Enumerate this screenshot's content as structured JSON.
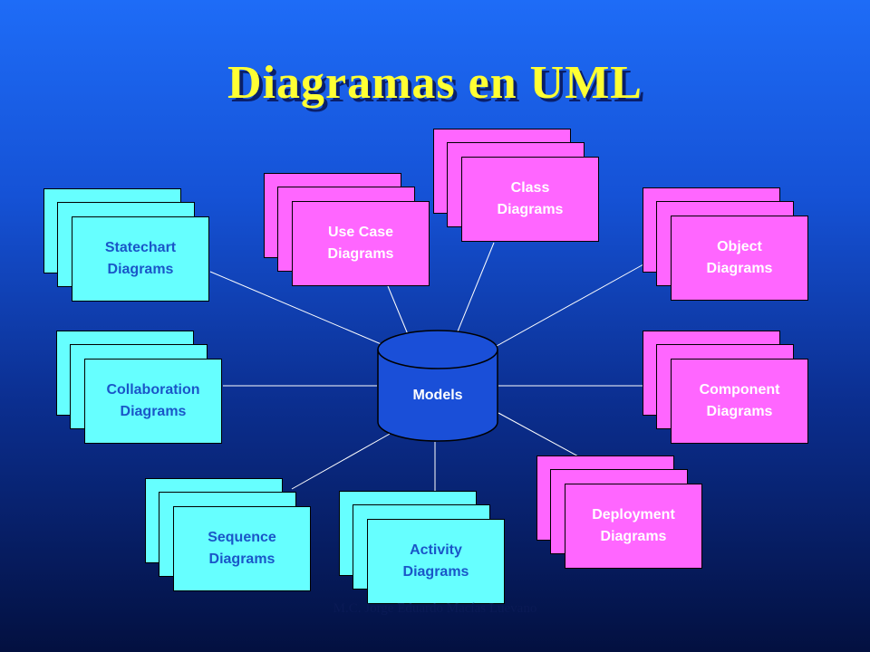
{
  "title": "Diagramas en UML",
  "center": {
    "label": "Models"
  },
  "colors": {
    "cyan": "#66ffff",
    "pink": "#ff66ff",
    "title": "#ffff33"
  },
  "diagrams": [
    {
      "id": "statechart",
      "label": "Statechart\nDiagrams",
      "color": "cyan"
    },
    {
      "id": "use-case",
      "label": "Use Case\nDiagrams",
      "color": "pink"
    },
    {
      "id": "class",
      "label": "Class\nDiagrams",
      "color": "pink"
    },
    {
      "id": "object",
      "label": "Object\nDiagrams",
      "color": "pink"
    },
    {
      "id": "collaboration",
      "label": "Collaboration\nDiagrams",
      "color": "cyan"
    },
    {
      "id": "component",
      "label": "Component\nDiagrams",
      "color": "pink"
    },
    {
      "id": "sequence",
      "label": "Sequence\nDiagrams",
      "color": "cyan"
    },
    {
      "id": "activity",
      "label": "Activity\nDiagrams",
      "color": "cyan"
    },
    {
      "id": "deployment",
      "label": "Deployment\nDiagrams",
      "color": "pink"
    }
  ],
  "footer": "M.C. Jorge Eduardo Macías Luevano"
}
